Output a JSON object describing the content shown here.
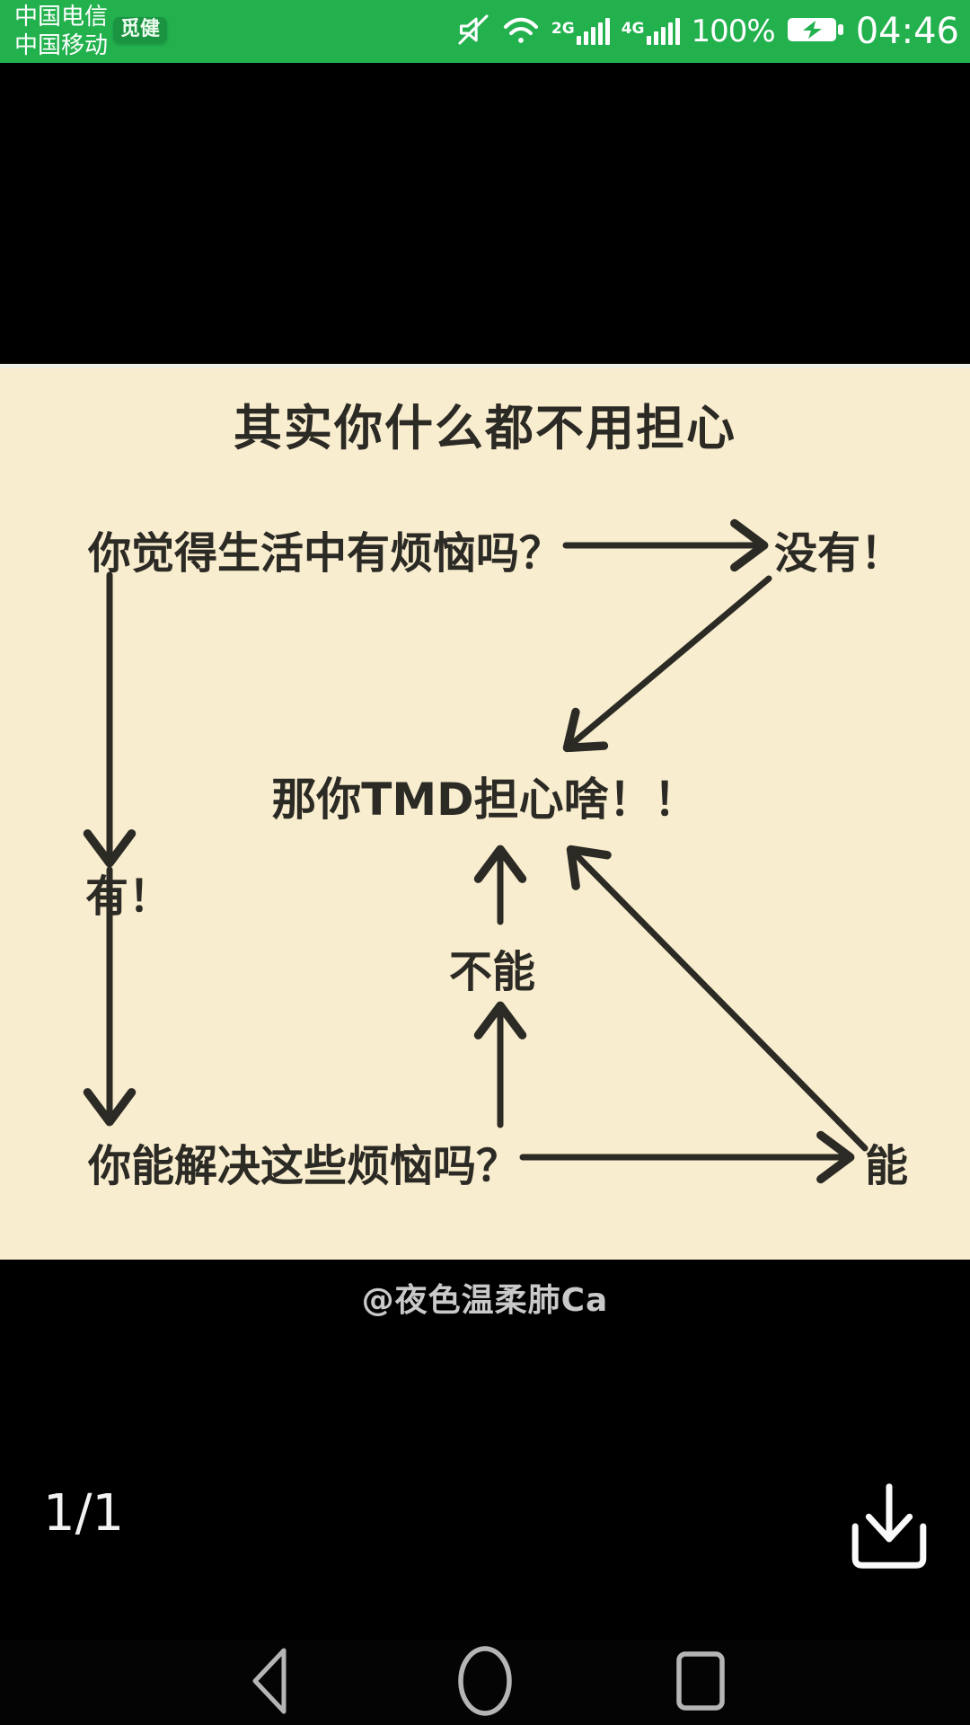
{
  "status_bar": {
    "carrier_line1": "中国电信",
    "carrier_line2": "中国移动",
    "badge_label": "觅健",
    "signal_2g_label": "2G",
    "signal_4g_label": "4G",
    "battery_percent": "100%",
    "time": "04:46",
    "icons": [
      "mute-icon",
      "wifi-icon",
      "signal-bars-2g",
      "signal-bars-4g",
      "battery-charging-icon"
    ]
  },
  "meme": {
    "title": "其实你什么都不用担心",
    "question_top": "你觉得生活中有烦恼吗？",
    "answer_no": "没有！",
    "answer_yes": "有！",
    "center_text": "那你TMD担心啥！！",
    "answer_cannot": "不能",
    "question_bottom": "你能解决这些烦恼吗？",
    "answer_can": "能",
    "watermark": "@夜色温柔肺Ca"
  },
  "viewer": {
    "page_indicator": "1/1",
    "download_icon": "download-icon"
  },
  "nav_bar": {
    "buttons": [
      "back-button",
      "home-button",
      "recent-apps-button"
    ]
  },
  "colors": {
    "status_bar_green": "#23b14e",
    "badge_green_overlay": "#0e5426",
    "meme_background": "#f9edcf",
    "meme_ink": "#2b2a24",
    "viewer_background": "#000000",
    "watermark_gray": "#c9c9c9",
    "nav_icon_gray": "#b5b5b5"
  }
}
